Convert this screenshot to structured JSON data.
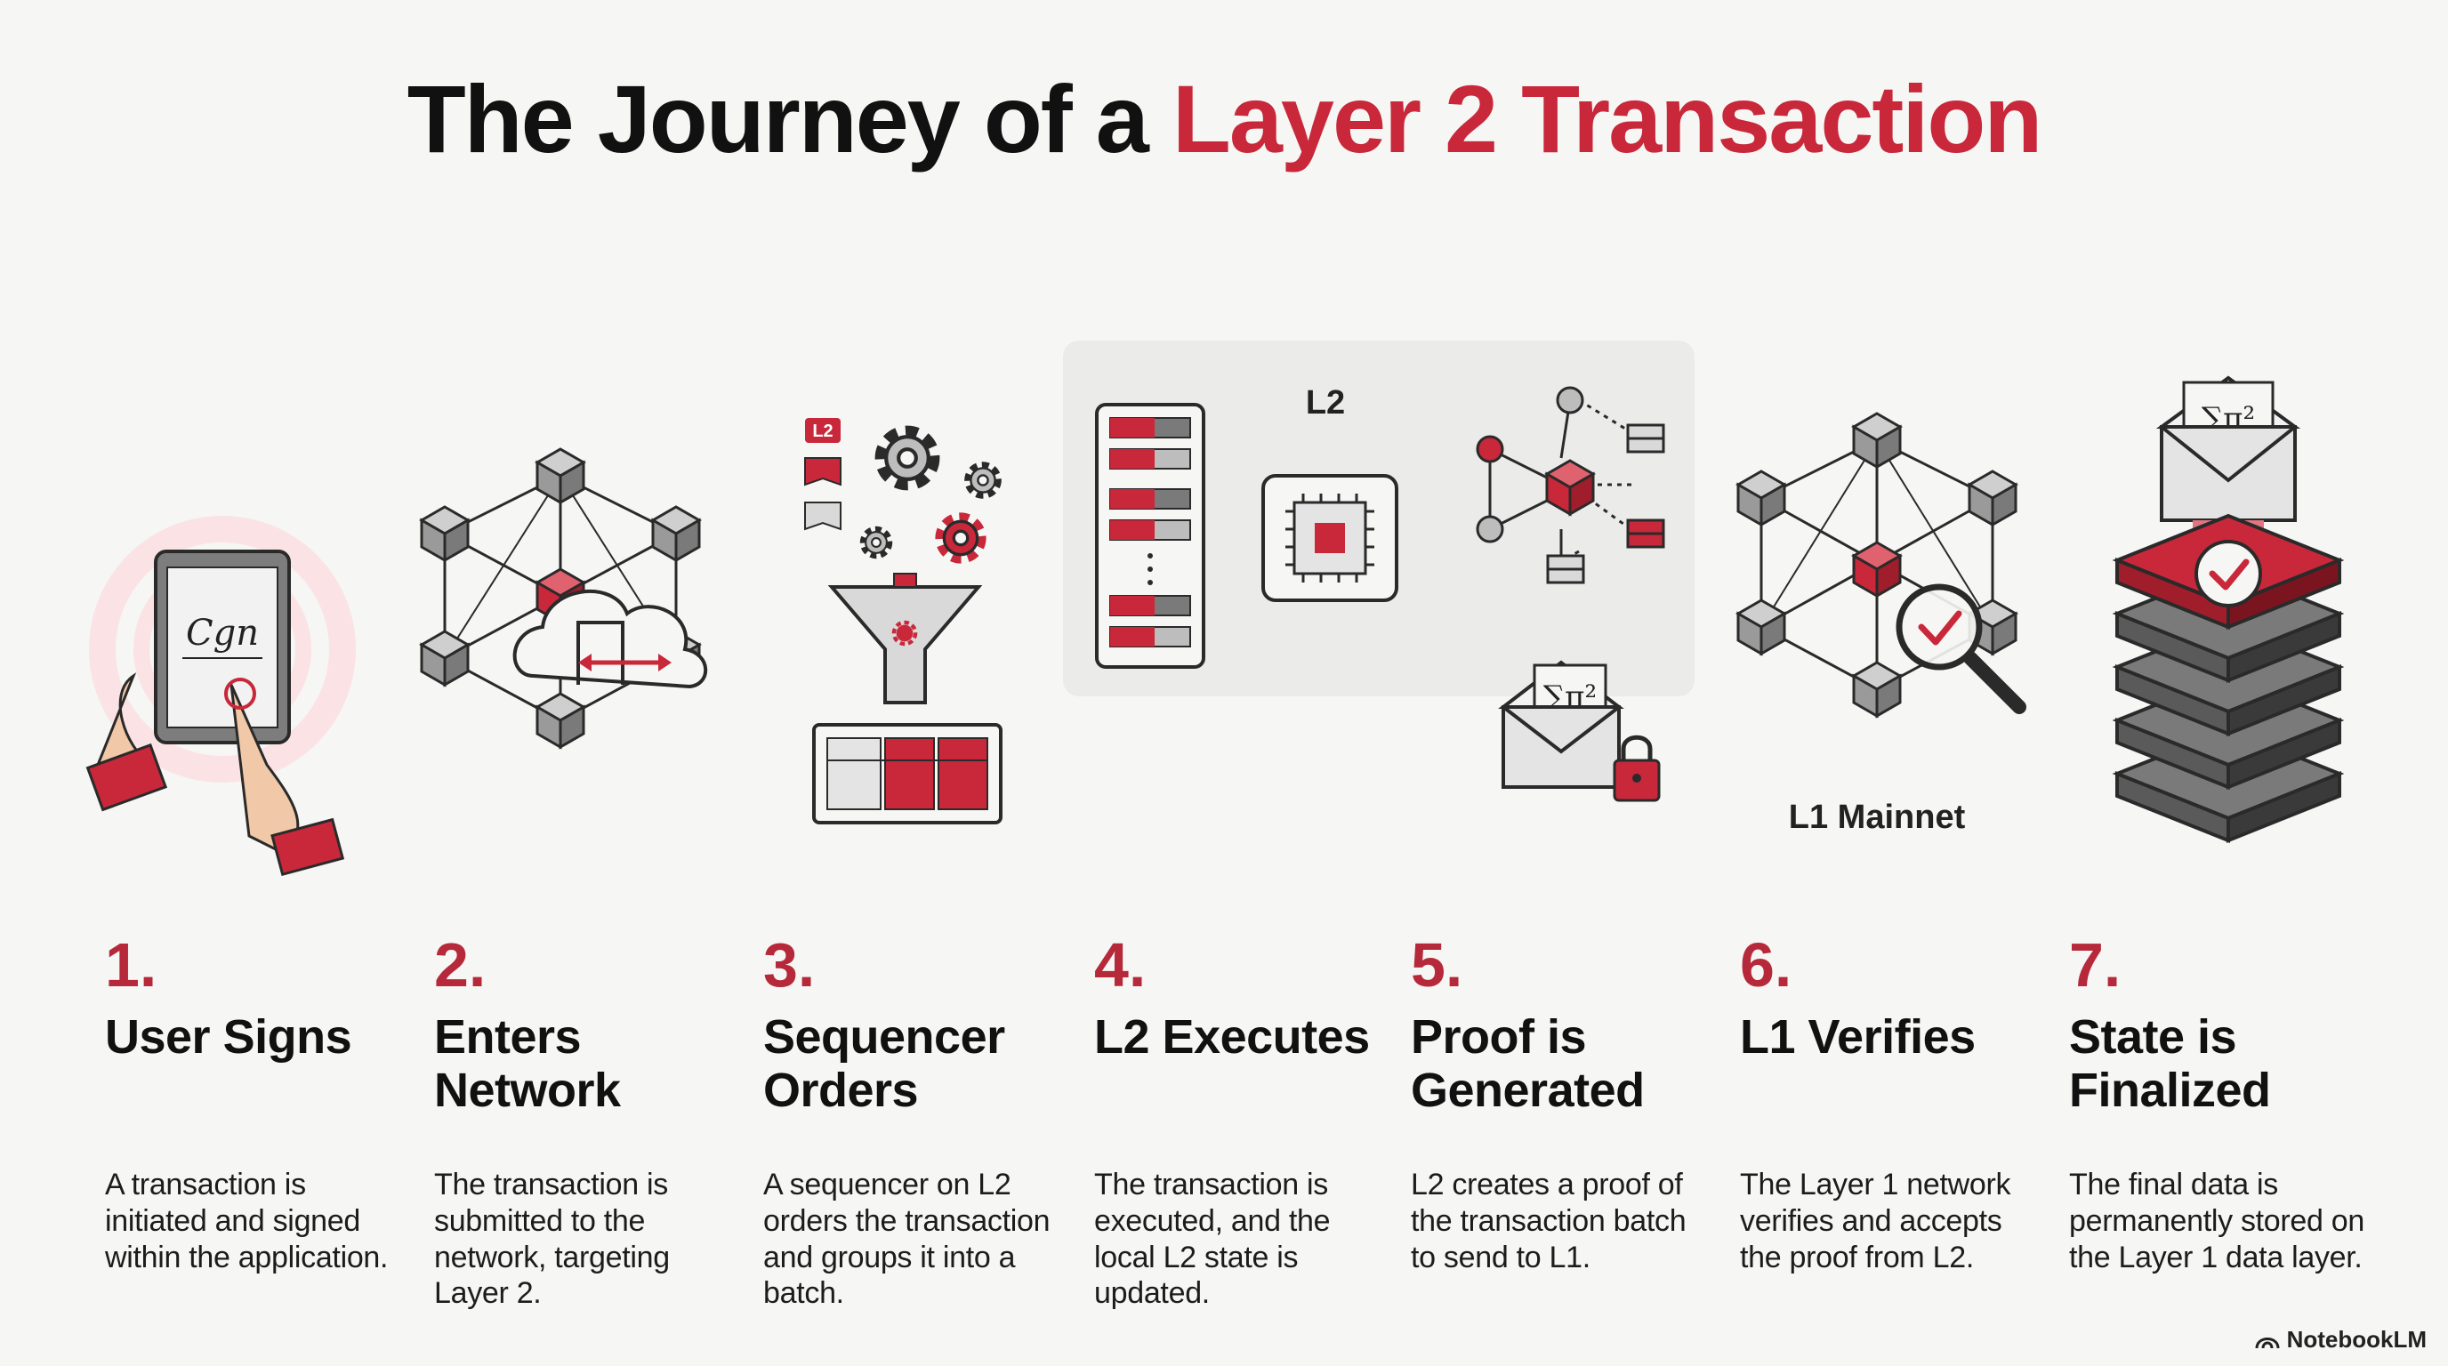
{
  "title": {
    "part1": "The Journey of a ",
    "part2": "Layer 2 Transaction"
  },
  "labels": {
    "l2_panel": "L2",
    "mainnet": "L1 Mainnet",
    "signature": "Cgn",
    "sequencer_tag": "L2",
    "formula": "∑π²"
  },
  "colors": {
    "accent": "#c8283a",
    "gray": "#8c8c8c",
    "dark": "#2a2a2a"
  },
  "steps": [
    {
      "number": "1.",
      "name": "User Signs",
      "description": "A transaction is initiated and signed within the application."
    },
    {
      "number": "2.",
      "name": "Enters Network",
      "description": "The transaction is submitted to the network, targeting Layer 2."
    },
    {
      "number": "3.",
      "name": "Sequencer Orders",
      "description": "A sequencer on L2 orders the transaction and groups it into a batch."
    },
    {
      "number": "4.",
      "name": "L2 Executes",
      "description": "The transaction is executed, and the local L2 state is updated."
    },
    {
      "number": "5.",
      "name": "Proof is Generated",
      "description": "L2 creates a proof of the transaction batch to send to L1."
    },
    {
      "number": "6.",
      "name": "L1 Verifies",
      "description": "The Layer 1 network verifies and accepts the proof from L2."
    },
    {
      "number": "7.",
      "name": "State is Finalized",
      "description": "The final data is permanently stored on the Layer 1 data layer."
    }
  ],
  "footer": {
    "brand": "NotebookLM"
  }
}
